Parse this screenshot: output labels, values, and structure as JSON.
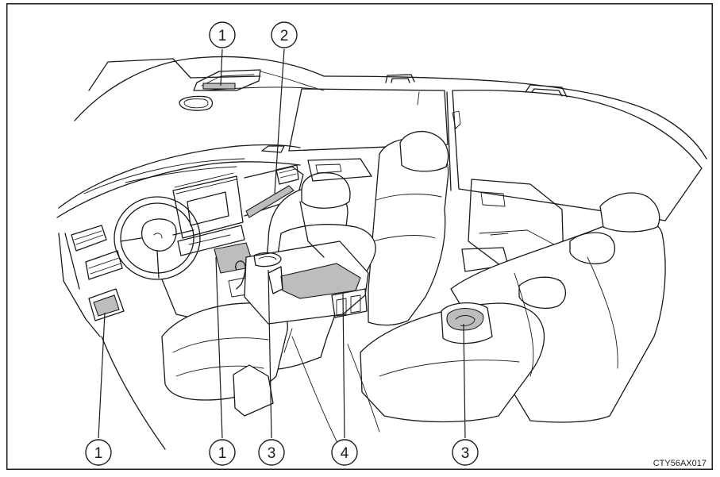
{
  "diagram": {
    "callouts": [
      {
        "id": "c-top-1",
        "label": "1"
      },
      {
        "id": "c-top-2",
        "label": "2"
      },
      {
        "id": "c-b-1a",
        "label": "1"
      },
      {
        "id": "c-b-1b",
        "label": "1"
      },
      {
        "id": "c-b-3a",
        "label": "3"
      },
      {
        "id": "c-b-4",
        "label": "4"
      },
      {
        "id": "c-b-3b",
        "label": "3"
      }
    ],
    "image_code": "CTY56AX017"
  }
}
